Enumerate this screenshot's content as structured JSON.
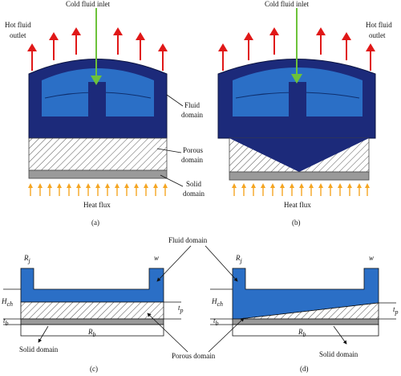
{
  "panel_a": {
    "cold_inlet": "Cold fluid inlet",
    "hot_outlet_line1": "Hot fluid",
    "hot_outlet_line2": "outlet",
    "fluid_line1": "Fluid",
    "fluid_line2": "domain",
    "porous_line1": "Porous",
    "porous_line2": "domain",
    "solid_line1": "Solid",
    "solid_line2": "domain",
    "heat_flux": "Heat flux",
    "caption": "(a)"
  },
  "panel_b": {
    "cold_inlet": "Cold fluid inlet",
    "hot_outlet_line1": "Hot fluid",
    "hot_outlet_line2": "outlet",
    "heat_flux": "Heat flux",
    "caption": "(b)"
  },
  "panel_c": {
    "rj_main": "R",
    "rj_sub": "j",
    "w": "w",
    "hch_main": "H",
    "hch_sub": "ch",
    "tp_main": "t",
    "tp_sub": "p",
    "tb_main": "t",
    "tb_sub": "b",
    "rb_main": "R",
    "rb_sub": "b",
    "solid_domain": "Solid domain",
    "caption": "(c)"
  },
  "panel_d": {
    "rj_main": "R",
    "rj_sub": "j",
    "w": "w",
    "hch_main": "H",
    "hch_sub": "ch",
    "tp_main": "t",
    "tp_sub": "p",
    "tb_main": "t",
    "tb_sub": "b",
    "rb_main": "R",
    "rb_sub": "b",
    "solid_domain": "Solid domain",
    "caption": "(d)"
  },
  "shared": {
    "fluid_domain": "Fluid domain",
    "porous_domain": "Porous domain"
  },
  "colors": {
    "dark_navy": "#1c2a7a",
    "fluid_blue": "#2b6fc6",
    "light_blue": "#3f8ee0",
    "inlet_arrow": "#6dc23a",
    "outlet_arrow": "#e01818",
    "heat_arrow": "#f5a623",
    "solid_gray": "#9a9a9a"
  }
}
